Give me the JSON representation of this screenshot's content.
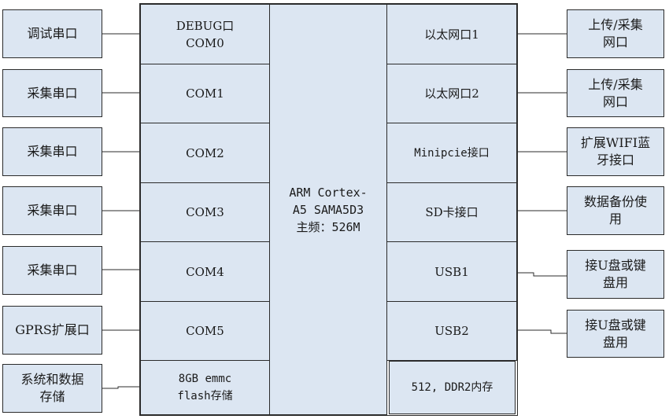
{
  "left_peripherals": [
    {
      "label": "调试串口"
    },
    {
      "label": "采集串口"
    },
    {
      "label": "采集串口"
    },
    {
      "label": "采集串口"
    },
    {
      "label": "采集串口"
    },
    {
      "label": "GPRS扩展口"
    },
    {
      "label": "系统和数据\n存储"
    }
  ],
  "left_ports": [
    {
      "label": "DEBUG口\nCOM0"
    },
    {
      "label": "COM1"
    },
    {
      "label": "COM2"
    },
    {
      "label": "COM3"
    },
    {
      "label": "COM4"
    },
    {
      "label": "COM5"
    },
    {
      "label": "8GB emmc\nflash存储"
    }
  ],
  "cpu": {
    "label": "ARM Cortex-\nA5 SAMA5D3\n主频：526M"
  },
  "right_ports": [
    {
      "label": "以太网口1"
    },
    {
      "label": "以太网口2"
    },
    {
      "label": "Minipcie接口"
    },
    {
      "label": "SD卡接口"
    },
    {
      "label": "USB1"
    },
    {
      "label": "USB2"
    },
    {
      "label": "512, DDR2内存"
    }
  ],
  "right_peripherals": [
    {
      "label": "上传/采集\n网口"
    },
    {
      "label": "上传/采集\n网口"
    },
    {
      "label": "扩展WIFI蓝\n牙接口"
    },
    {
      "label": "数据备份使\n用"
    },
    {
      "label": "接U盘或键\n盘用"
    },
    {
      "label": "接U盘或键\n盘用"
    }
  ]
}
